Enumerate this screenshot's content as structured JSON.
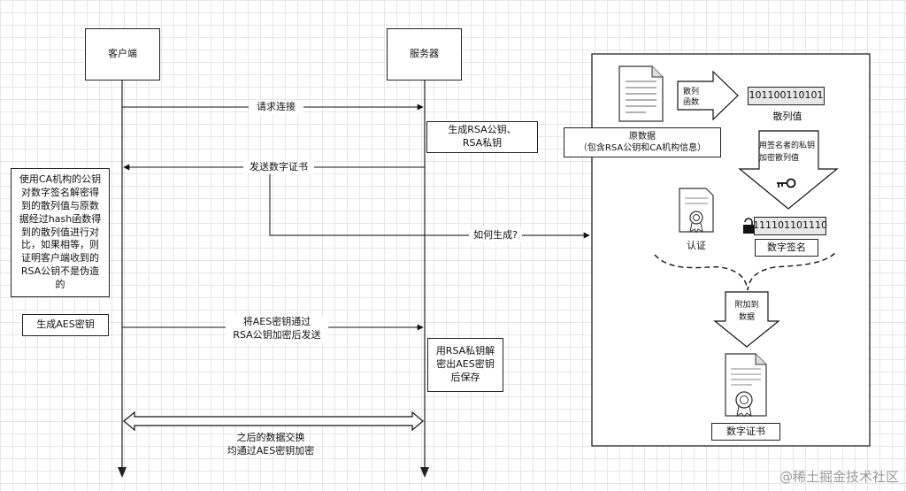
{
  "participants": {
    "client": "客户端",
    "server": "服务器"
  },
  "messages": {
    "request": "请求连接",
    "send_cert": "发送数字证书",
    "how": "如何生成?",
    "aes_send": "将AES密钥通过\nRSA公钥加密后发送",
    "exchange": "之后的数据交换\n均通过AES密钥加密"
  },
  "notes": {
    "gen_rsa": "生成RSA公钥、\nRSA私钥",
    "verify": "使用CA机构的公钥\n对数字签名解密得\n到的散列值与原数\n据经过hash函数得\n到的散列值进行对\n比，如果相等，则\n证明客户端收到的\nRSA公钥不是伪造\n的",
    "gen_aes": "生成AES密钥",
    "decrypt": "用RSA私钥解\n密出AES密钥\n后保存"
  },
  "panel": {
    "hash_arrow": "散列\n函数",
    "hash_bits": "101100110101",
    "hash_value": "散列值",
    "original_data": "原数据\n（包含RSA公钥和CA机构信息）",
    "encrypt_note": "用签名者的私钥\n加密散列值",
    "signature_bits": "111101101110",
    "signature": "数字签名",
    "certified": "认证",
    "attach": "附加到\n数据",
    "certificate": "数字证书"
  },
  "watermark": "@稀土掘金技术社区"
}
